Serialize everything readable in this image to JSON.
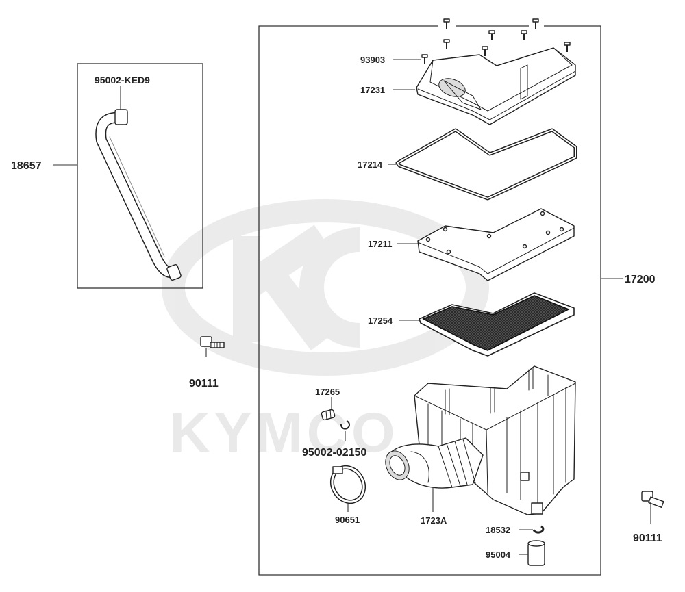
{
  "watermark": {
    "brand": "KYMCO",
    "color": "#e6e6e6"
  },
  "parts": {
    "breather_assy": "18657",
    "breather_clamp": "95002-KED9",
    "bolt_left": "90111",
    "screw": "93903",
    "cover": "17231",
    "gasket": "17214",
    "frame": "17211",
    "element": "17254",
    "assy": "17200",
    "plug": "17265",
    "clip": "95002-02150",
    "band": "90651",
    "tube": "1723A",
    "ring": "18532",
    "cap": "95004",
    "bolt_right": "90111"
  }
}
